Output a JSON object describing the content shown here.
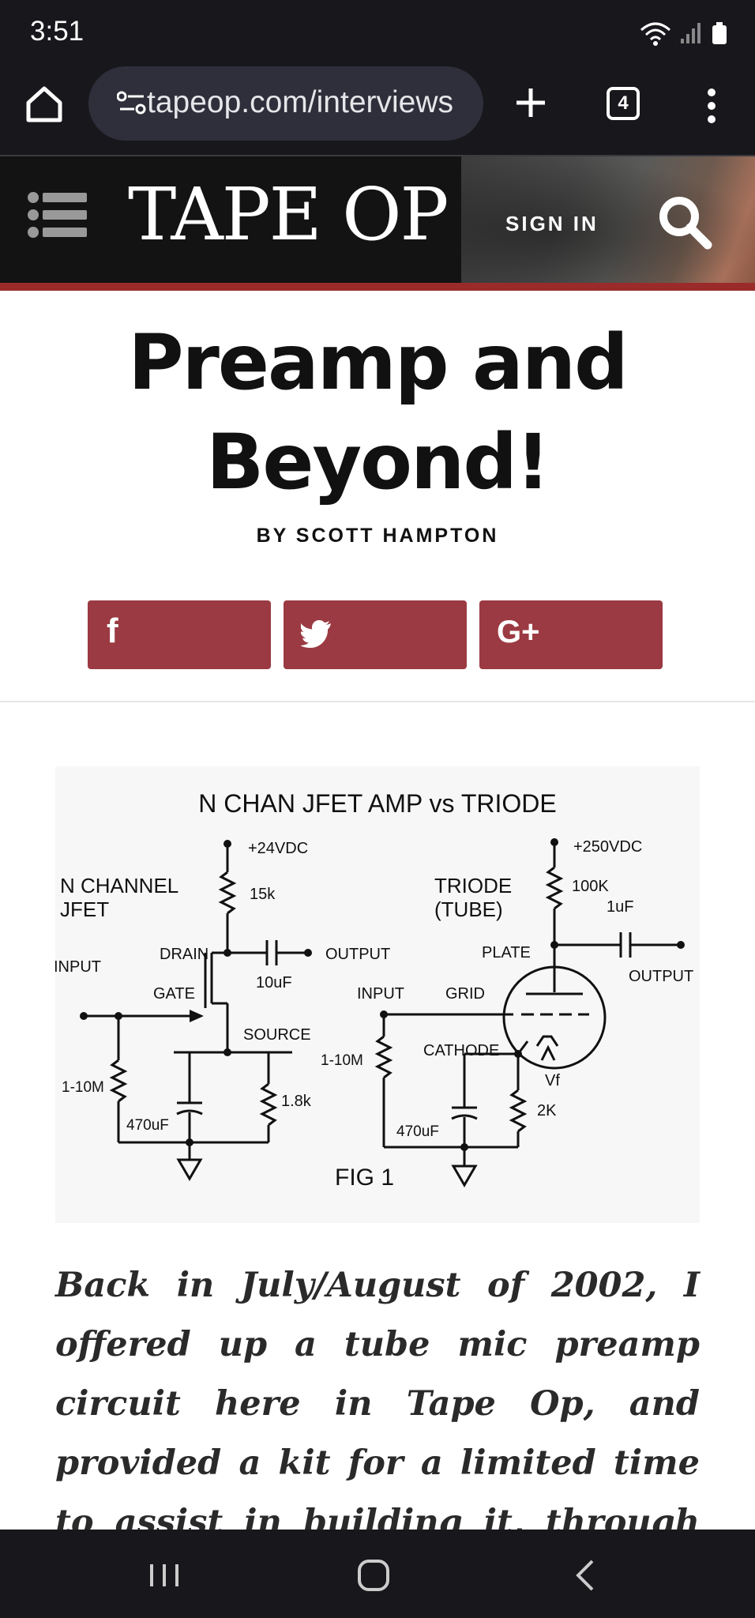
{
  "status_bar": {
    "time": "3:51",
    "icons": [
      "wifi-icon",
      "signal-icon",
      "battery-icon"
    ]
  },
  "browser": {
    "url": "tapeop.com/interviews",
    "tab_count": "4"
  },
  "site": {
    "logo": "TAPE OP",
    "signin_label": "SIGN IN",
    "accent_color": "#9b2b2b"
  },
  "article": {
    "title_line1": "Preamp and",
    "title_line2": "Beyond!",
    "byline": "BY SCOTT HAMPTON",
    "share_buttons": [
      {
        "icon": "facebook-icon",
        "label": "f"
      },
      {
        "icon": "twitter-icon",
        "label": ""
      },
      {
        "icon": "google-plus-icon",
        "label": "G+"
      }
    ],
    "body": "Back in July/August of 2002, I offered up a tube mic preamp circuit here in Tape Op, and provided a kit for a limited time to assist in building it, through my"
  },
  "figure": {
    "title": "N CHAN JFET AMP vs TRIODE",
    "caption": "FIG 1",
    "jfet": {
      "name_line1": "N CHANNEL",
      "name_line2": "JFET",
      "supply": "+24VDC",
      "r_drain": "15k",
      "drain": "DRAIN",
      "cap_out": "10uF",
      "output": "OUTPUT",
      "input": "INPUT",
      "gate": "GATE",
      "source": "SOURCE",
      "r_gate": "1-10M",
      "cap_bypass": "470uF",
      "r_source": "1.8k"
    },
    "triode": {
      "name_line1": "TRIODE",
      "name_line2": "(TUBE)",
      "supply": "+250VDC",
      "r_plate": "100K",
      "cap_out": "1uF",
      "plate": "PLATE",
      "output": "OUTPUT",
      "input": "INPUT",
      "grid": "GRID",
      "cathode": "CATHODE",
      "r_grid": "1-10M",
      "heater": "Vf",
      "r_cathode": "2K",
      "cap_bypass": "470uF"
    }
  }
}
